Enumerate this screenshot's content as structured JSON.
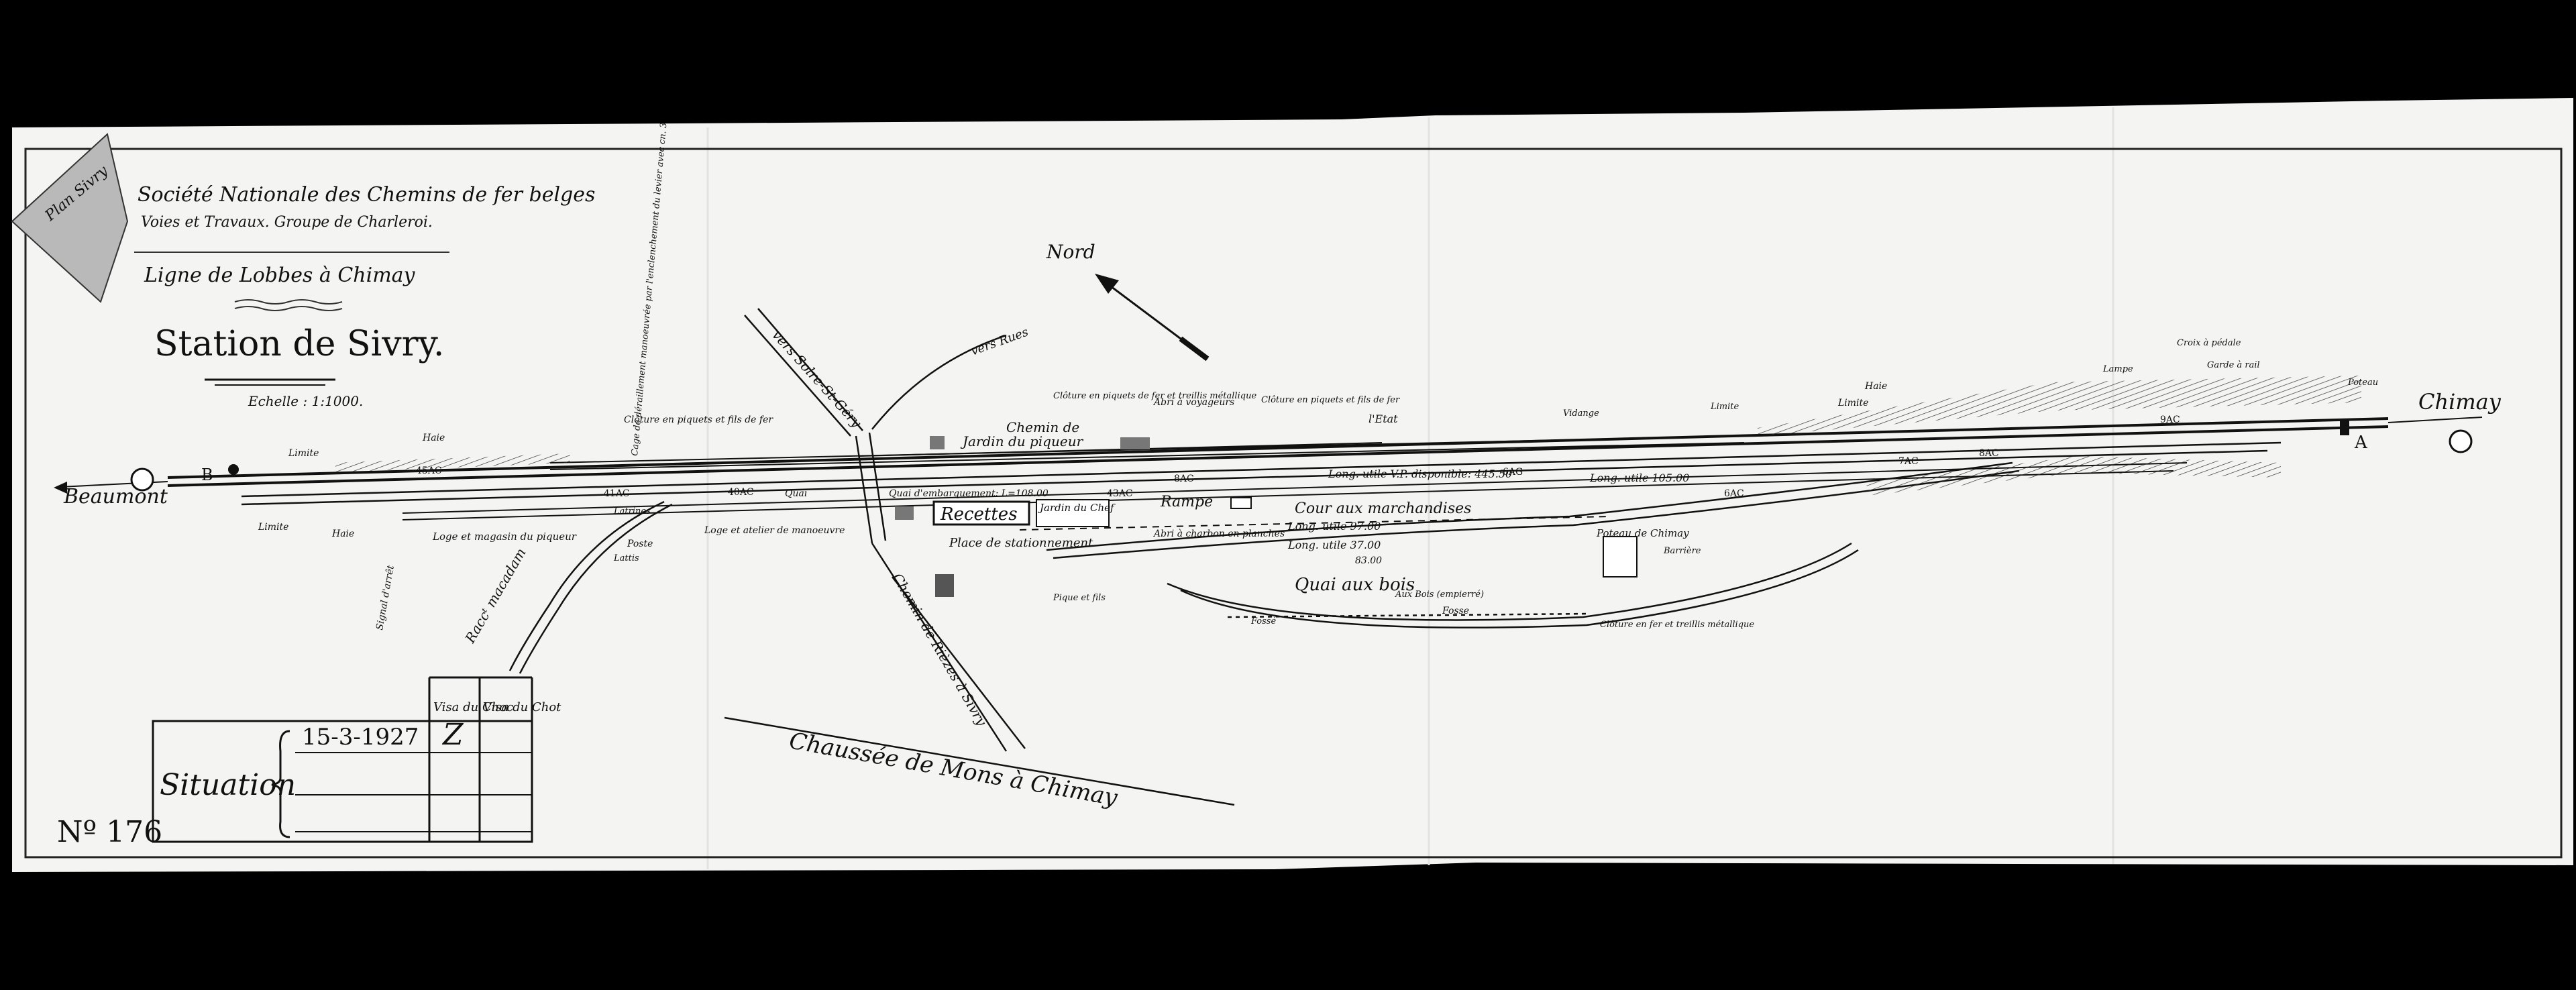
{
  "header": {
    "org": "Société Nationale des Chemins de fer belges",
    "dept": "Voies et Travaux. Groupe de Charleroi.",
    "line": "Ligne de Lobbes à Chimay",
    "station": "Station de Sivry.",
    "scale": "Echelle : 1:1000.",
    "corner_note": "Plan Sivry"
  },
  "north_label": "Nord",
  "ends": {
    "left": "Beaumont",
    "right": "Chimay",
    "marker_b": "B",
    "marker_a": "A"
  },
  "roads": {
    "solre": "vers Solre-St-Géry",
    "rues": "vers Rues",
    "chimay_road": "Chemin de Rièzes à Sivry",
    "chaussee": "Chaussée de Mons à Chimay",
    "macadam": "Raccᵗ macadam"
  },
  "labels": [
    "Limite",
    "Haie",
    "Haie",
    "Limite",
    "Loge et magasin du piqueur",
    "Loge et atelier de manoeuvre",
    "Clôture en piquets et fils de fer",
    "Latrines",
    "Quai",
    "Poste",
    "Lattis",
    "Signal d'arrêt",
    "Cage de déraillement manoeuvrée par l'enclenchement du levier avec cn. 3",
    "Jardin du piqueur",
    "Chemin de",
    "l'Etat",
    "Clôture en piquets de fer et treillis métallique",
    "Abri à voyageurs",
    "Clôture en piquets et fils de fer",
    "Recettes",
    "Jardin du Chef",
    "Place de stationnement",
    "Quai d'embarquement: L=108.00",
    "Rampe",
    "Cour aux marchandises",
    "Abri à charbon en planches",
    "Quai aux bois",
    "Long. utile V.P. disponible: 445.50",
    "Long. utile 105.00",
    "Long. utile 97.00",
    "Long. utile 37.00",
    "83.00",
    "Pique et fils",
    "Aux Bois (empierré)",
    "Fosse",
    "Fossé",
    "Limite",
    "Haie",
    "Poteau de Chimay",
    "Clôture en fer et treillis métallique",
    "Barrière",
    "Lampe",
    "Garde à rail",
    "Croix à pédale",
    "Poteau",
    "Vidange",
    "Limite",
    "45AC",
    "41AC",
    "40AC",
    "43AC",
    "6AC",
    "7AC",
    "8AC",
    "6AG",
    "9AC",
    "8AC"
  ],
  "situation": {
    "label": "Situation",
    "date": "15-3-1927",
    "visa_choc": "Visa du Choc",
    "visa_chot": "Visa du Chot",
    "mark": "Z"
  },
  "sheet_number": "Nº 176"
}
